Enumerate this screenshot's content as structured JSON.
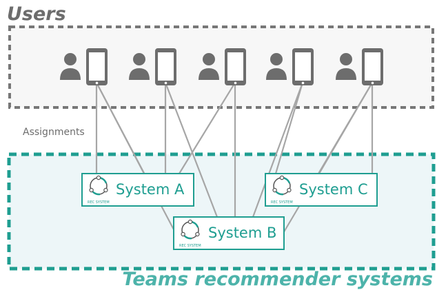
{
  "users_title": "Users",
  "teams_title": "Teams recommender systems",
  "assignments_label": "Assignments",
  "users": [
    {
      "id": "user-1"
    },
    {
      "id": "user-2"
    },
    {
      "id": "user-3"
    },
    {
      "id": "user-4"
    },
    {
      "id": "user-5"
    }
  ],
  "systems": [
    {
      "id": "system-a",
      "label": "System A",
      "badge": "REC SYSTEM"
    },
    {
      "id": "system-b",
      "label": "System B",
      "badge": "REC SYSTEM"
    },
    {
      "id": "system-c",
      "label": "System C",
      "badge": "REC SYSTEM"
    }
  ],
  "colors": {
    "gray": "#6d6d6d",
    "line": "#a6a6a6",
    "teal": "#1f9e91",
    "teams_title": "#4db3aa",
    "teams_bg": "#edf6f8",
    "users_bg": "#f7f7f7"
  },
  "icons": [
    "person-icon",
    "phone-icon",
    "recycle-cycle-icon"
  ]
}
